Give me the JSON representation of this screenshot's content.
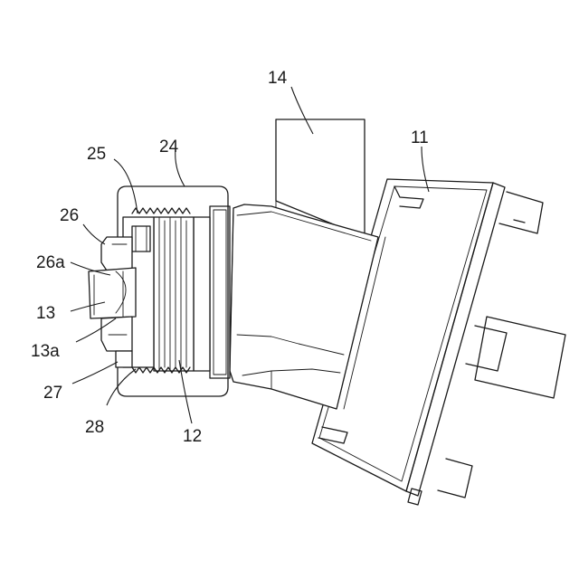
{
  "figure": {
    "labels": {
      "l14": "14",
      "l11": "11",
      "l25": "25",
      "l24": "24",
      "l26": "26",
      "l26a": "26a",
      "l13": "13",
      "l13a": "13a",
      "l27": "27",
      "l28": "28",
      "l12": "12"
    },
    "stroke_color": "#1a1a1a",
    "background_color": "#ffffff"
  }
}
